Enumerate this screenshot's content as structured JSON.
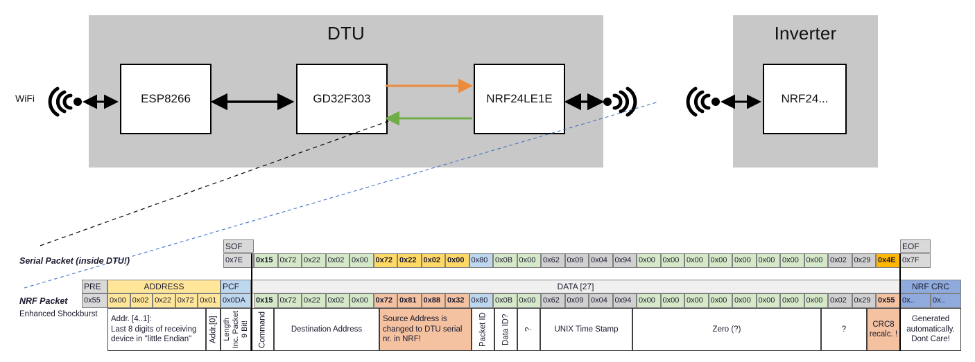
{
  "diagram": {
    "dtu": {
      "title": "DTU",
      "chips": [
        "ESP8266",
        "GD32F303",
        "NRF24LE1E"
      ],
      "wifi_label": "WiFi",
      "arrow_tx_color": "#ED8B3B",
      "arrow_rx_color": "#70AD47"
    },
    "inverter": {
      "title": "Inverter",
      "chips": [
        "NRF24..."
      ]
    }
  },
  "serial_packet": {
    "label": "Serial Packet (inside DTU!)",
    "sof_header": "SOF",
    "eof_header": "EOF",
    "sof_value": "0x7E",
    "eof_value": "0x7F",
    "bytes": [
      {
        "v": "0x15",
        "c": "green",
        "b": true
      },
      {
        "v": "0x72",
        "c": "green",
        "b": false
      },
      {
        "v": "0x22",
        "c": "green",
        "b": false
      },
      {
        "v": "0x02",
        "c": "green",
        "b": false
      },
      {
        "v": "0x00",
        "c": "green",
        "b": false
      },
      {
        "v": "0x72",
        "c": "yellow",
        "b": true
      },
      {
        "v": "0x22",
        "c": "yellow",
        "b": true
      },
      {
        "v": "0x02",
        "c": "yellow",
        "b": true
      },
      {
        "v": "0x00",
        "c": "yellow",
        "b": true
      },
      {
        "v": "0x80",
        "c": "blue",
        "b": false
      },
      {
        "v": "0x0B",
        "c": "green",
        "b": false
      },
      {
        "v": "0x00",
        "c": "green",
        "b": false
      },
      {
        "v": "0x62",
        "c": "gray",
        "b": false
      },
      {
        "v": "0x09",
        "c": "gray",
        "b": false
      },
      {
        "v": "0x04",
        "c": "gray",
        "b": false
      },
      {
        "v": "0x94",
        "c": "gray",
        "b": false
      },
      {
        "v": "0x00",
        "c": "green",
        "b": false
      },
      {
        "v": "0x00",
        "c": "green",
        "b": false
      },
      {
        "v": "0x00",
        "c": "green",
        "b": false
      },
      {
        "v": "0x00",
        "c": "green",
        "b": false
      },
      {
        "v": "0x00",
        "c": "green",
        "b": false
      },
      {
        "v": "0x00",
        "c": "green",
        "b": false
      },
      {
        "v": "0x00",
        "c": "green",
        "b": false
      },
      {
        "v": "0x00",
        "c": "green",
        "b": false
      },
      {
        "v": "0x02",
        "c": "gray",
        "b": false
      },
      {
        "v": "0x29",
        "c": "gray",
        "b": false
      },
      {
        "v": "0x4E",
        "c": "orange",
        "b": true
      }
    ]
  },
  "nrf_packet": {
    "label": "NRF Packet",
    "sublabel": "Enhanced Shockburst",
    "headers": {
      "pre": "PRE",
      "address": "ADDRESS",
      "pcf": "PCF",
      "data": "DATA [27]",
      "crc": "NRF CRC"
    },
    "pre_value": "0x55",
    "address_values": [
      "0x00",
      "0x02",
      "0x22",
      "0x72",
      "0x01"
    ],
    "pcf_value": "0x0DA",
    "crc_values": [
      "0x..",
      "0x.."
    ],
    "bytes": [
      {
        "v": "0x15",
        "c": "green",
        "b": true
      },
      {
        "v": "0x72",
        "c": "green",
        "b": false
      },
      {
        "v": "0x22",
        "c": "green",
        "b": false
      },
      {
        "v": "0x02",
        "c": "green",
        "b": false
      },
      {
        "v": "0x00",
        "c": "green",
        "b": false
      },
      {
        "v": "0x72",
        "c": "salmon",
        "b": true
      },
      {
        "v": "0x81",
        "c": "salmon",
        "b": true
      },
      {
        "v": "0x88",
        "c": "salmon",
        "b": true
      },
      {
        "v": "0x32",
        "c": "salmon",
        "b": true
      },
      {
        "v": "0x80",
        "c": "blue",
        "b": false
      },
      {
        "v": "0x0B",
        "c": "green",
        "b": false
      },
      {
        "v": "0x00",
        "c": "green",
        "b": false
      },
      {
        "v": "0x62",
        "c": "gray",
        "b": false
      },
      {
        "v": "0x09",
        "c": "gray",
        "b": false
      },
      {
        "v": "0x04",
        "c": "gray",
        "b": false
      },
      {
        "v": "0x94",
        "c": "gray",
        "b": false
      },
      {
        "v": "0x00",
        "c": "green",
        "b": false
      },
      {
        "v": "0x00",
        "c": "green",
        "b": false
      },
      {
        "v": "0x00",
        "c": "green",
        "b": false
      },
      {
        "v": "0x00",
        "c": "green",
        "b": false
      },
      {
        "v": "0x00",
        "c": "green",
        "b": false
      },
      {
        "v": "0x00",
        "c": "green",
        "b": false
      },
      {
        "v": "0x00",
        "c": "green",
        "b": false
      },
      {
        "v": "0x00",
        "c": "green",
        "b": false
      },
      {
        "v": "0x02",
        "c": "gray",
        "b": false
      },
      {
        "v": "0x29",
        "c": "gray",
        "b": false
      },
      {
        "v": "0x55",
        "c": "salmon",
        "b": true
      }
    ],
    "descriptions": {
      "address_note": "Addr. [4..1]:\nLast 8 digits of receiving device in \"little Endian\"",
      "addr0": "Addr.[0]",
      "pcf_note_1": "9 Bit!",
      "pcf_note_2": "Inc. Packet",
      "pcf_note_3": "Length",
      "command": "Command",
      "destination": "Destination Address",
      "source_note": "Source Address is changed to DTU serial nr. in NRF!",
      "packet_id": "Packet ID",
      "data_id": "Data ID?",
      "unknown1": "?",
      "timestamp": "UNIX Time Stamp",
      "zero": "Zero (?)",
      "unknown2": "?",
      "crc8": "CRC8 recalc. !",
      "nrf_crc_note": "Generated automatically. Dont Care!"
    }
  },
  "colors": {
    "green": "#D5E8C8",
    "yellow": "#FFD966",
    "blue": "#BDD7EE",
    "gray": "#D0D0D0",
    "orange": "#FFB703",
    "salmon": "#F4C2A0",
    "address_yellow": "#FFE699",
    "pcf_blue": "#BDD7EE",
    "crc_blue": "#8FAADC",
    "header_gray": "#D9D9D9",
    "data_header": "#F0F0F0",
    "enclosure": "#C8C8C8"
  }
}
